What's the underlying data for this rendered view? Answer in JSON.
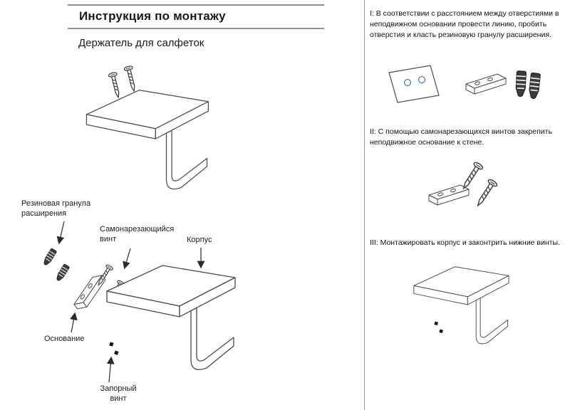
{
  "page": {
    "title": "Инструкция по монтажу",
    "subtitle": "Держатель для салфеток"
  },
  "diagram_labels": {
    "rubber_granule": "Резиновая гранула\nрасширения",
    "self_tapping_screw": "Самонарезающийся\nвинт",
    "body": "Корпус",
    "base": "Основание",
    "locking_screw": "Запорный\nвинт"
  },
  "steps": [
    "I: В соответствии с расстоянием между отверстиями в неподвижном основании провести линию, пробить отверстия и класть резиновую гранулу расширения.",
    "II: С помощью самонарезающихся винтов закрепить неподвижное основание к стене.",
    "III: Монтажировать корпус и законтрить нижние винты."
  ],
  "colors": {
    "line": "#4a4a4a",
    "hole_accent": "#4a7fb5",
    "text": "#1a1a1a",
    "rule": "#8f8f8f"
  }
}
